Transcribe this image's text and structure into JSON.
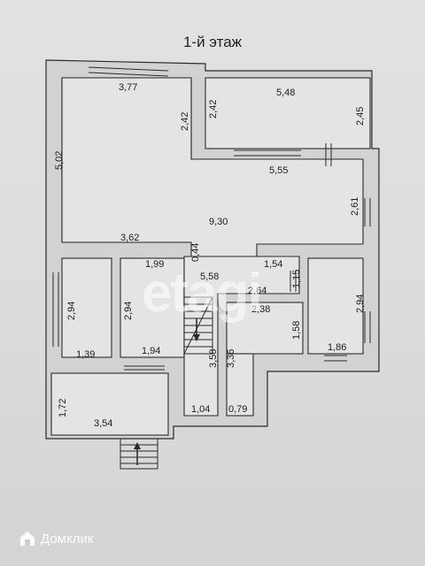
{
  "title": "1-й этаж",
  "dimensions": [
    {
      "id": "d1",
      "text": "3,77"
    },
    {
      "id": "d2",
      "text": "5,48"
    },
    {
      "id": "d3",
      "text": "2,42"
    },
    {
      "id": "d4",
      "text": "2,42"
    },
    {
      "id": "d5",
      "text": "2,45"
    },
    {
      "id": "d6",
      "text": "5,02"
    },
    {
      "id": "d7",
      "text": "5,55"
    },
    {
      "id": "d8",
      "text": "2,61"
    },
    {
      "id": "d9",
      "text": "9,30"
    },
    {
      "id": "d10",
      "text": "3,62"
    },
    {
      "id": "d11",
      "text": "0,44"
    },
    {
      "id": "d12",
      "text": "1,99"
    },
    {
      "id": "d13",
      "text": "5,58"
    },
    {
      "id": "d14",
      "text": "1,54"
    },
    {
      "id": "d15",
      "text": "1,15"
    },
    {
      "id": "d16",
      "text": "2,64"
    },
    {
      "id": "d17",
      "text": "2,38"
    },
    {
      "id": "d18",
      "text": "2,94"
    },
    {
      "id": "d19",
      "text": "2,94"
    },
    {
      "id": "d20",
      "text": "2,94"
    },
    {
      "id": "d21",
      "text": "1,58"
    },
    {
      "id": "d22",
      "text": "3,58"
    },
    {
      "id": "d23",
      "text": "3,36"
    },
    {
      "id": "d24",
      "text": "1,86"
    },
    {
      "id": "d25",
      "text": "1,39"
    },
    {
      "id": "d26",
      "text": "1,94"
    },
    {
      "id": "d27",
      "text": "1,72"
    },
    {
      "id": "d28",
      "text": "3,54"
    },
    {
      "id": "d29",
      "text": "1,04"
    },
    {
      "id": "d30",
      "text": "0,79"
    }
  ],
  "watermark": "etagi",
  "logo": {
    "text": "Домклик"
  }
}
